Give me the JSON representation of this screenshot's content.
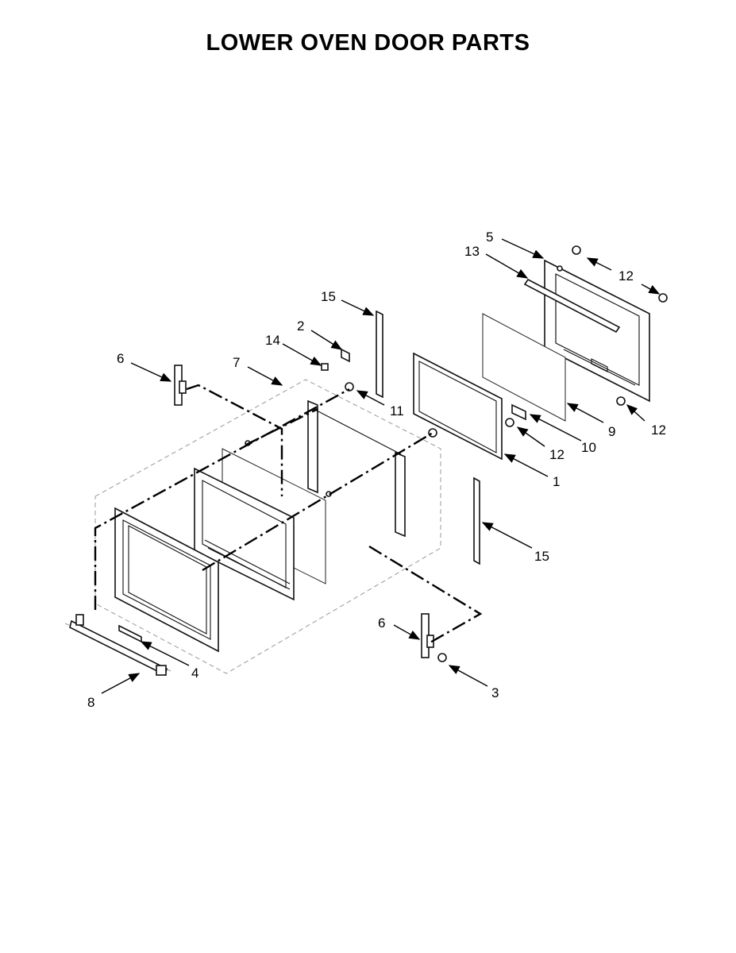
{
  "title": "LOWER OVEN DOOR PARTS",
  "callouts": [
    {
      "id": "c5",
      "label": "5"
    },
    {
      "id": "c13",
      "label": "13"
    },
    {
      "id": "c12a",
      "label": "12"
    },
    {
      "id": "c15a",
      "label": "15"
    },
    {
      "id": "c2",
      "label": "2"
    },
    {
      "id": "c14",
      "label": "14"
    },
    {
      "id": "c6a",
      "label": "6"
    },
    {
      "id": "c7",
      "label": "7"
    },
    {
      "id": "c11",
      "label": "11"
    },
    {
      "id": "c9",
      "label": "9"
    },
    {
      "id": "c12b",
      "label": "12"
    },
    {
      "id": "c12c",
      "label": "12"
    },
    {
      "id": "c10",
      "label": "10"
    },
    {
      "id": "c1",
      "label": "1"
    },
    {
      "id": "c15b",
      "label": "15"
    },
    {
      "id": "c4",
      "label": "4"
    },
    {
      "id": "c6b",
      "label": "6"
    },
    {
      "id": "c3",
      "label": "3"
    },
    {
      "id": "c8",
      "label": "8"
    }
  ]
}
